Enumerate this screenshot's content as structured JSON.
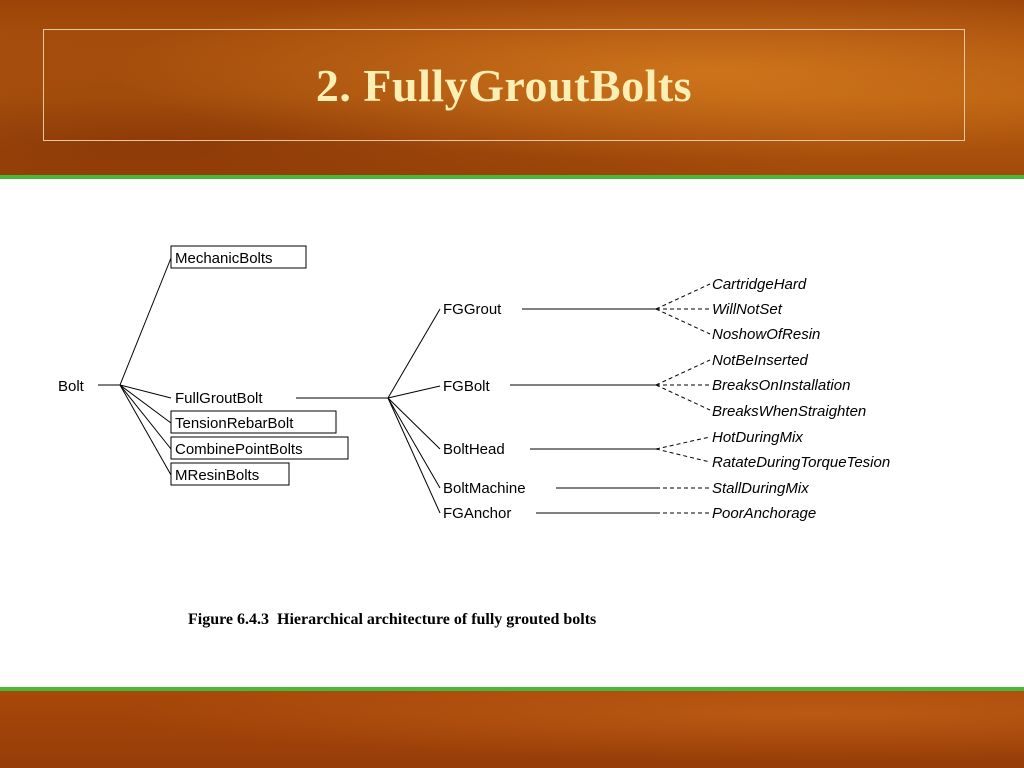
{
  "title": "2.  FullyGroutBolts",
  "diagram": {
    "root": "Bolt",
    "level1": [
      "MechanicBolts",
      "FullGroutBolt",
      "TensionRebarBolt",
      "CombinePointBolts",
      "MResinBolts"
    ],
    "level1_boxed": [
      "MechanicBolts",
      "TensionRebarBolt",
      "CombinePointBolts",
      "MResinBolts"
    ],
    "level2": [
      "FGGrout",
      "FGBolt",
      "BoltHead",
      "BoltMachine",
      "FGAnchor"
    ],
    "leaves": {
      "FGGrout": [
        "CartridgeHard",
        "WillNotSet",
        "NoshowOfResin"
      ],
      "FGBolt": [
        "NotBeInserted",
        "BreaksOnInstallation",
        "BreaksWhenStraighten"
      ],
      "BoltHead": [
        "HotDuringMix",
        "RatateDuringTorqueTesion"
      ],
      "BoltMachine": [
        "StallDuringMix"
      ],
      "FGAnchor": [
        "PoorAnchorage"
      ]
    },
    "caption": "Figure 6.4.3  Hierarchical architecture of fully grouted bolts"
  },
  "colors": {
    "title_text": "#fbefb4",
    "accent_line": "#49b93a",
    "background": "#a94e0c"
  }
}
